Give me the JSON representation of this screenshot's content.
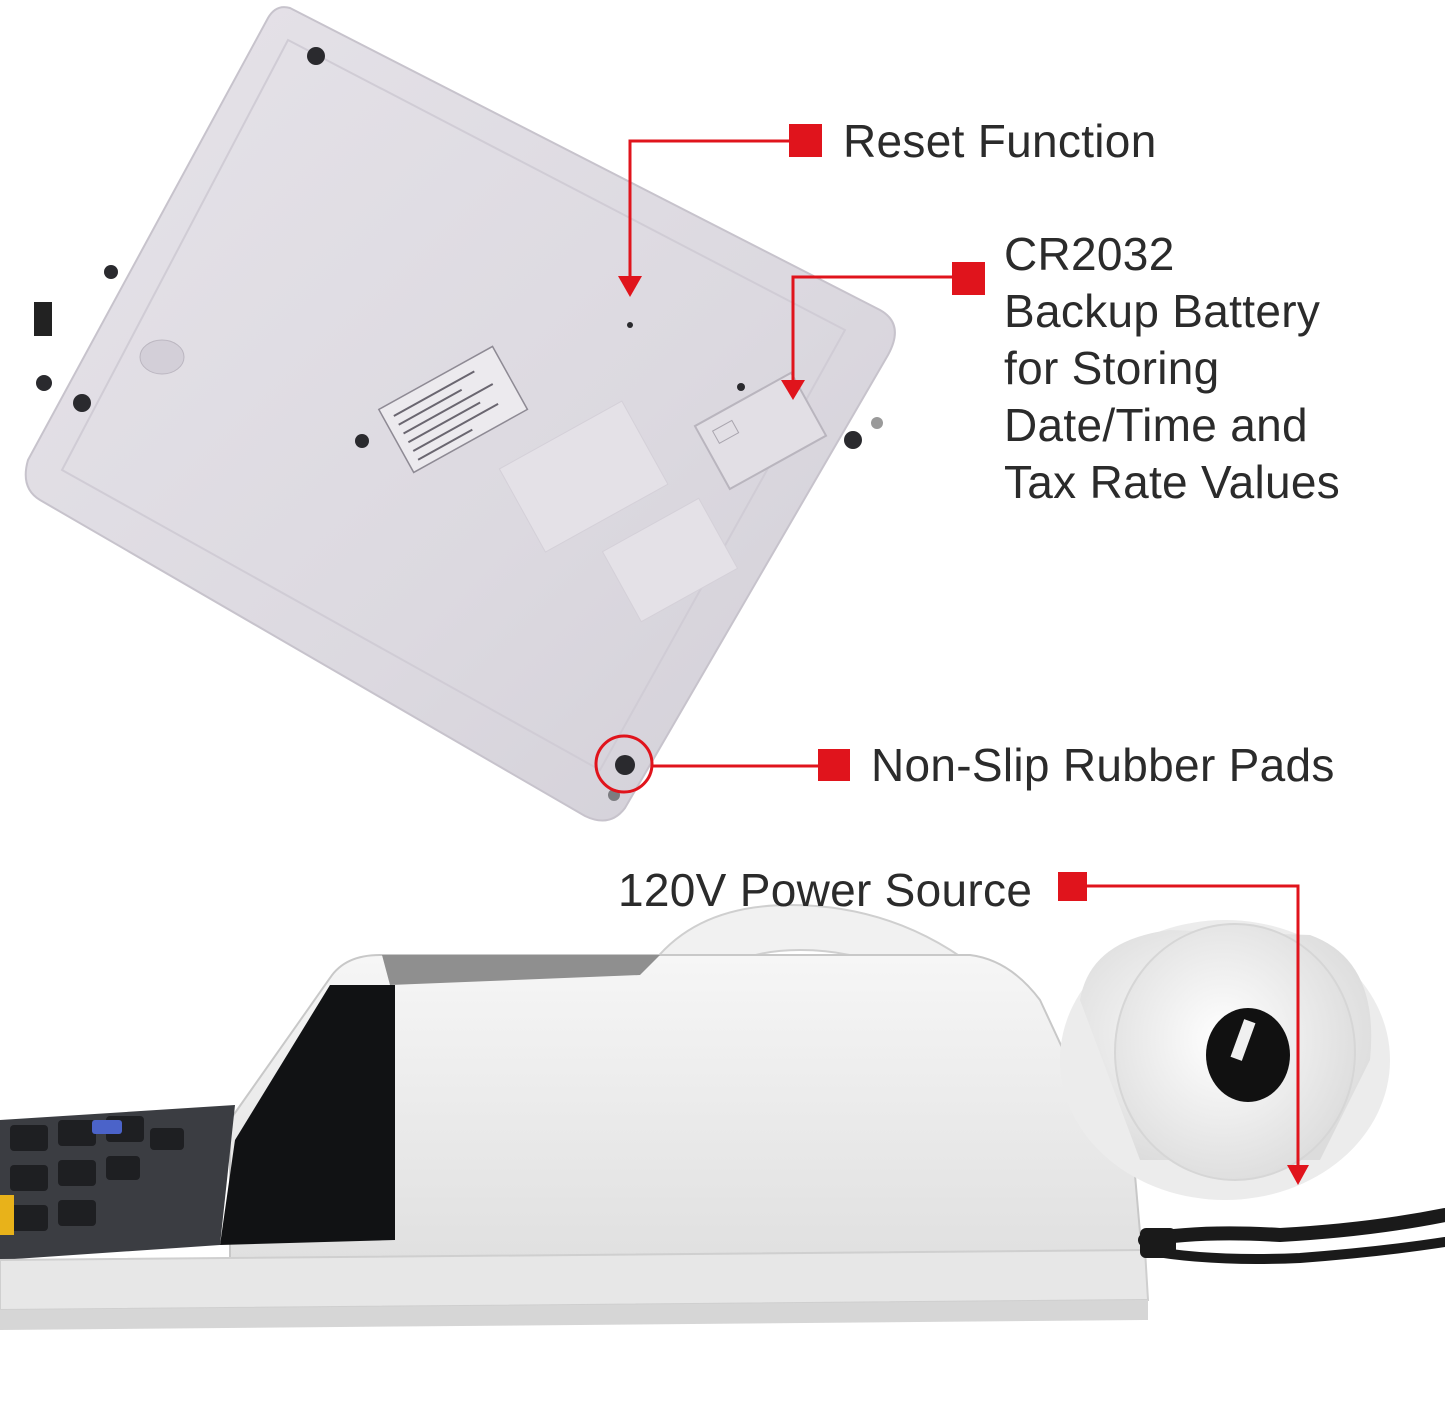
{
  "callouts": {
    "reset": {
      "label": "Reset Function"
    },
    "battery": {
      "lines": [
        "CR2032",
        "Backup Battery",
        "for Storing",
        "Date/Time and",
        "Tax Rate Values"
      ]
    },
    "pads": {
      "label": "Non-Slip Rubber Pads"
    },
    "power": {
      "label": "120V Power Source"
    }
  },
  "colors": {
    "accent": "#e0141c",
    "label_text": "#2b2b2b",
    "calculator_body": "#e9e7ec",
    "calculator_front": "#f2f2f2",
    "cord": "#1a1a1a"
  }
}
